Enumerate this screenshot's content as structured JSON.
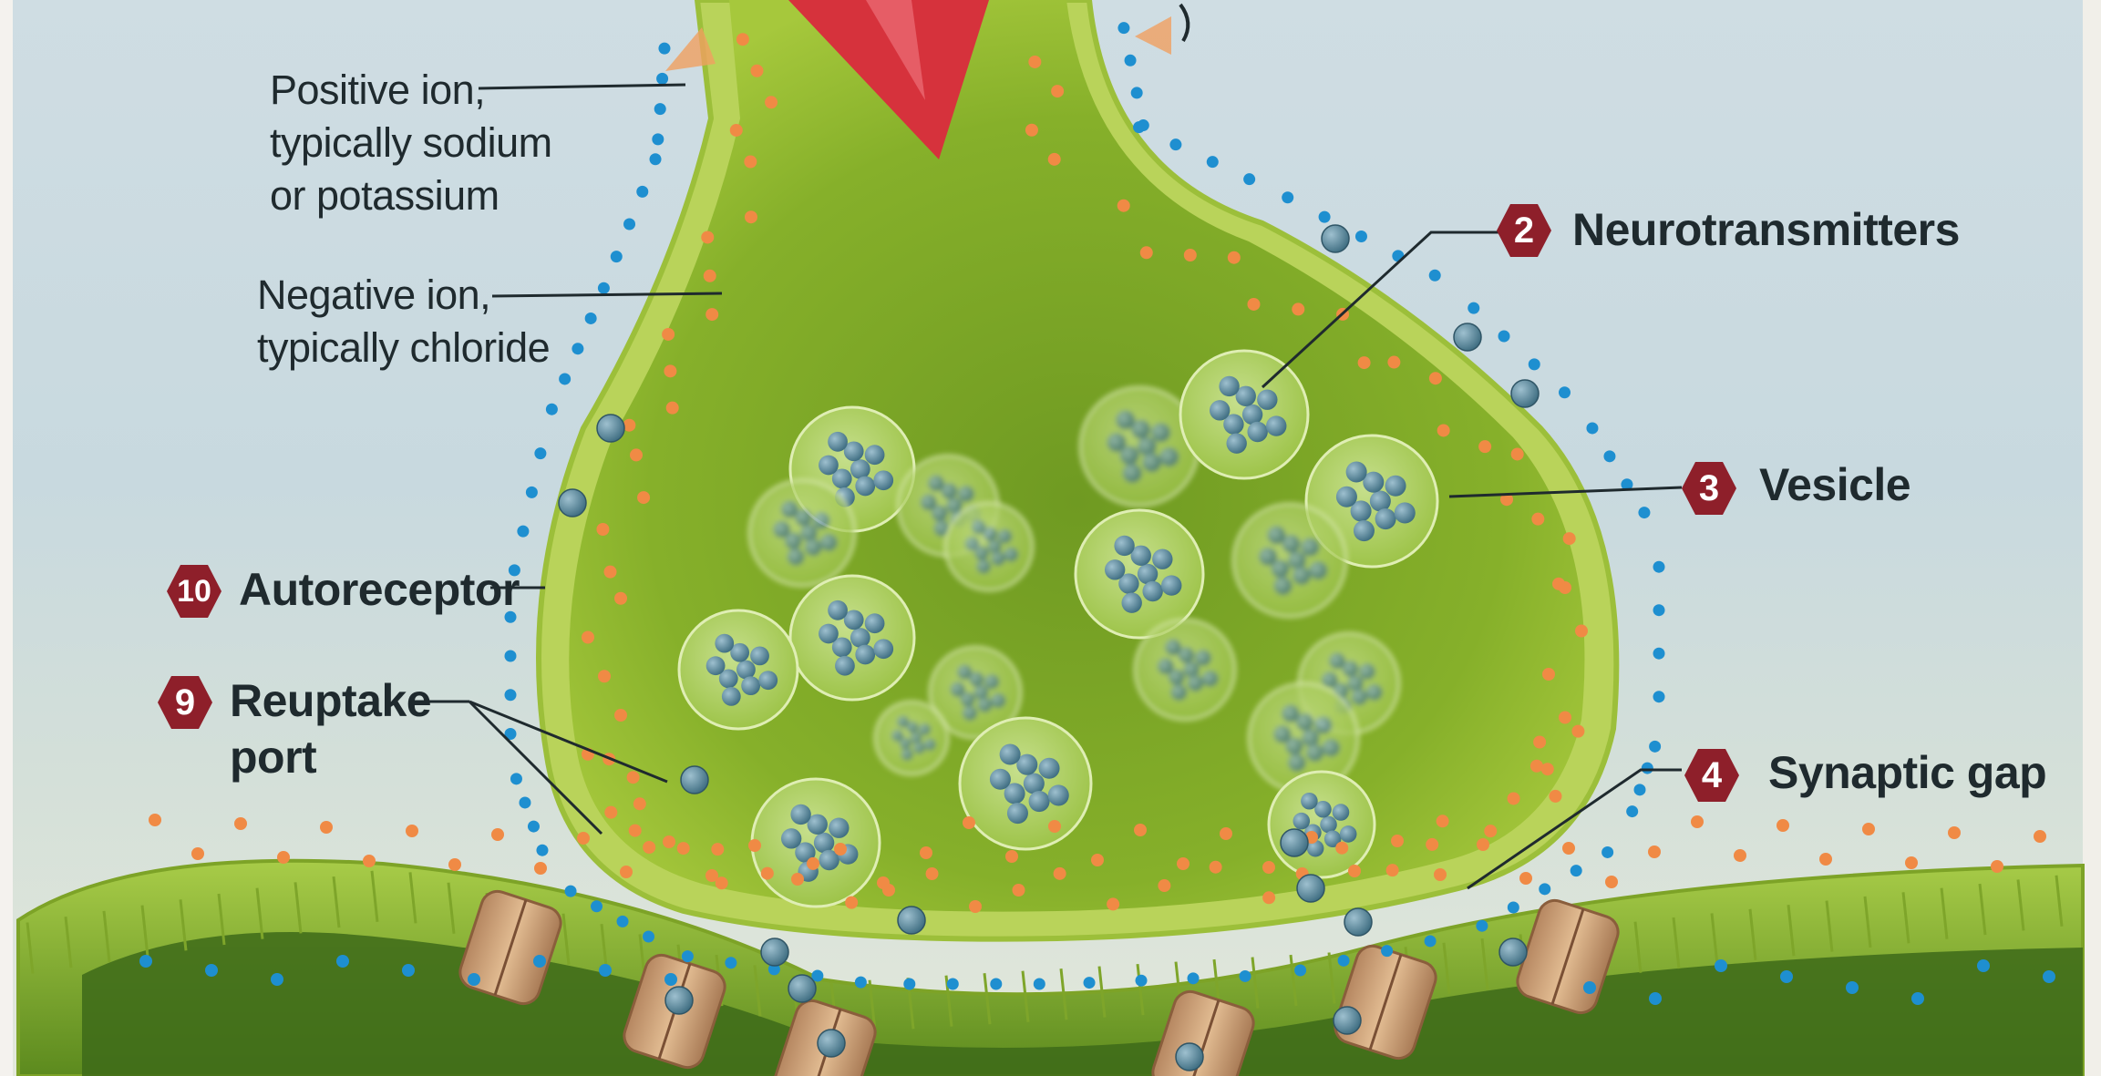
{
  "labels": {
    "positive_ion": "Positive ion,\ntypically sodium\nor potassium",
    "negative_ion": "Negative ion,\ntypically chloride",
    "neurotransmitters": {
      "number": "2",
      "text": "Neurotransmitters"
    },
    "vesicle": {
      "number": "3",
      "text": "Vesicle"
    },
    "autoreceptor": {
      "number": "10",
      "text": "Autoreceptor"
    },
    "reuptake_port": {
      "number": "9",
      "text": "Reuptake\nport"
    },
    "synaptic_gap": {
      "number": "4",
      "text": "Synaptic gap"
    }
  },
  "colors": {
    "badge": "#8e1f2a",
    "terminal_fill": "#8fb82c",
    "membrane": "#b9d35a",
    "positive_ion": "#f08a45",
    "negative_ion": "#1e8fd0",
    "neurotransmitter": "#4f7f94",
    "signal_arrow": "#d6323c"
  }
}
